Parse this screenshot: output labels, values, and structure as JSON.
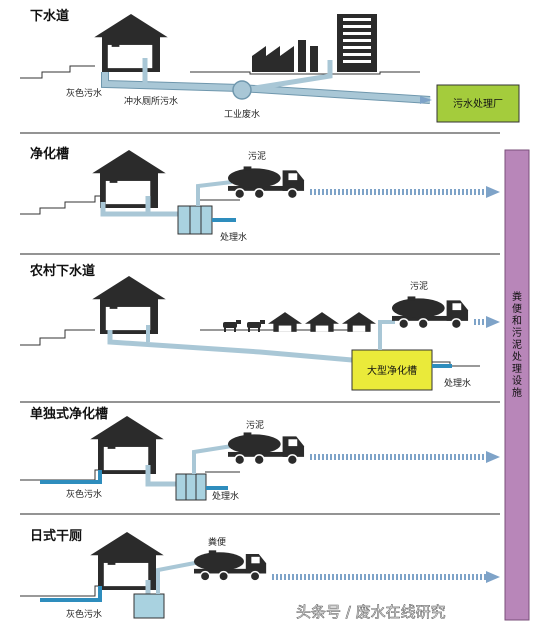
{
  "colors": {
    "pipe": "#a9c7d6",
    "pipe_edge": "#6f97ad",
    "flow_arrow": "#7ea3c8",
    "house": "#2b2b2b",
    "facility_bar": "#b886b9",
    "treatment_plant_box": "#a4cc3c",
    "large_tank_box": "#eaea3a",
    "tank_fill": "#a9d2e0",
    "water_outlet": "#2e8dbd"
  },
  "facility_bar_label": "粪便和污泥处理设施",
  "panels": [
    {
      "title": "下水道",
      "labels": {
        "gray_water": "灰色污水",
        "toilet_water": "冲水厕所污水",
        "industrial": "工业废水"
      },
      "destination": "污水处理厂"
    },
    {
      "title": "净化槽",
      "labels": {
        "sludge": "污泥",
        "treated": "处理水"
      }
    },
    {
      "title": "农村下水道",
      "labels": {
        "sludge": "污泥",
        "treated": "处理水"
      },
      "large_tank": "大型净化槽"
    },
    {
      "title": "单独式净化槽",
      "labels": {
        "sludge": "污泥",
        "gray_water": "灰色污水",
        "treated": "处理水"
      }
    },
    {
      "title": "日式干厕",
      "labels": {
        "excrement": "粪便",
        "gray_water": "灰色污水"
      }
    }
  ],
  "watermark": "头条号 / 废水在线研究",
  "icons": [
    "house-icon",
    "factory-icon",
    "building-icon",
    "truck-icon",
    "cow-icon",
    "septic-tank-icon",
    "pit-icon"
  ]
}
